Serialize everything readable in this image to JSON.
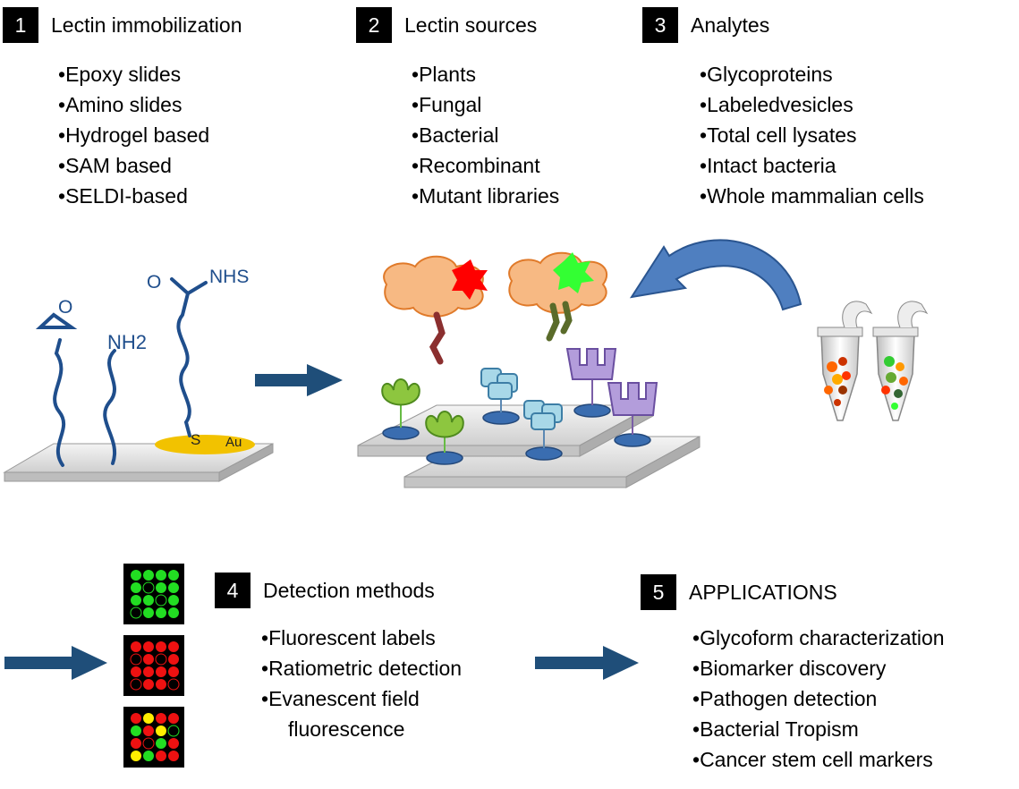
{
  "sections": [
    {
      "number": "1",
      "title": "Lectin immobilization",
      "items": [
        "Epoxy slides",
        "Amino slides",
        "Hydrogel based",
        "SAM based",
        "SELDI-based"
      ]
    },
    {
      "number": "2",
      "title": "Lectin sources",
      "items": [
        "Plants",
        "Fungal",
        "Bacterial",
        "Recombinant",
        "Mutant libraries"
      ]
    },
    {
      "number": "3",
      "title": "Analytes",
      "items": [
        "Glycoproteins",
        "Labeledvesicles",
        "Total cell lysates",
        "Intact bacteria",
        "Whole mammalian cells"
      ]
    },
    {
      "number": "4",
      "title": "Detection methods",
      "items": [
        "Fluorescent labels",
        "Ratiometric detection",
        "Evanescent field"
      ],
      "continuation": "fluorescence"
    },
    {
      "number": "5",
      "title": "APPLICATIONS",
      "items": [
        "Glycoform characterization",
        "Biomarker discovery",
        "Pathogen detection",
        "Bacterial Tropism",
        "Cancer stem cell markers"
      ]
    }
  ],
  "chemistry": {
    "epoxide_o": "O",
    "amine": "NH2",
    "carbonyl_o": "O",
    "nhs": "NHS",
    "thiol_s": "S",
    "gold": "Au"
  },
  "colors": {
    "arrow": "#1f4e79",
    "linker": "#1f4e8c",
    "gold": "#f2c200",
    "lectin_green": "#8dc63f",
    "lectin_blue": "#a8d8e8",
    "lectin_purple": "#b39ddb",
    "spot": "#3a6db0",
    "cloud": "#f7b983",
    "label_red": "#ff0000",
    "label_green": "#33ff33",
    "array_green": "#22dd22",
    "array_red": "#ee1111",
    "array_yellow": "#ffee00"
  },
  "icons": [
    "right-arrow-icon",
    "curved-arrow-icon",
    "tube-icon",
    "lectin-icon",
    "glycoprotein-cloud-icon",
    "fluorescent-label-icon"
  ]
}
